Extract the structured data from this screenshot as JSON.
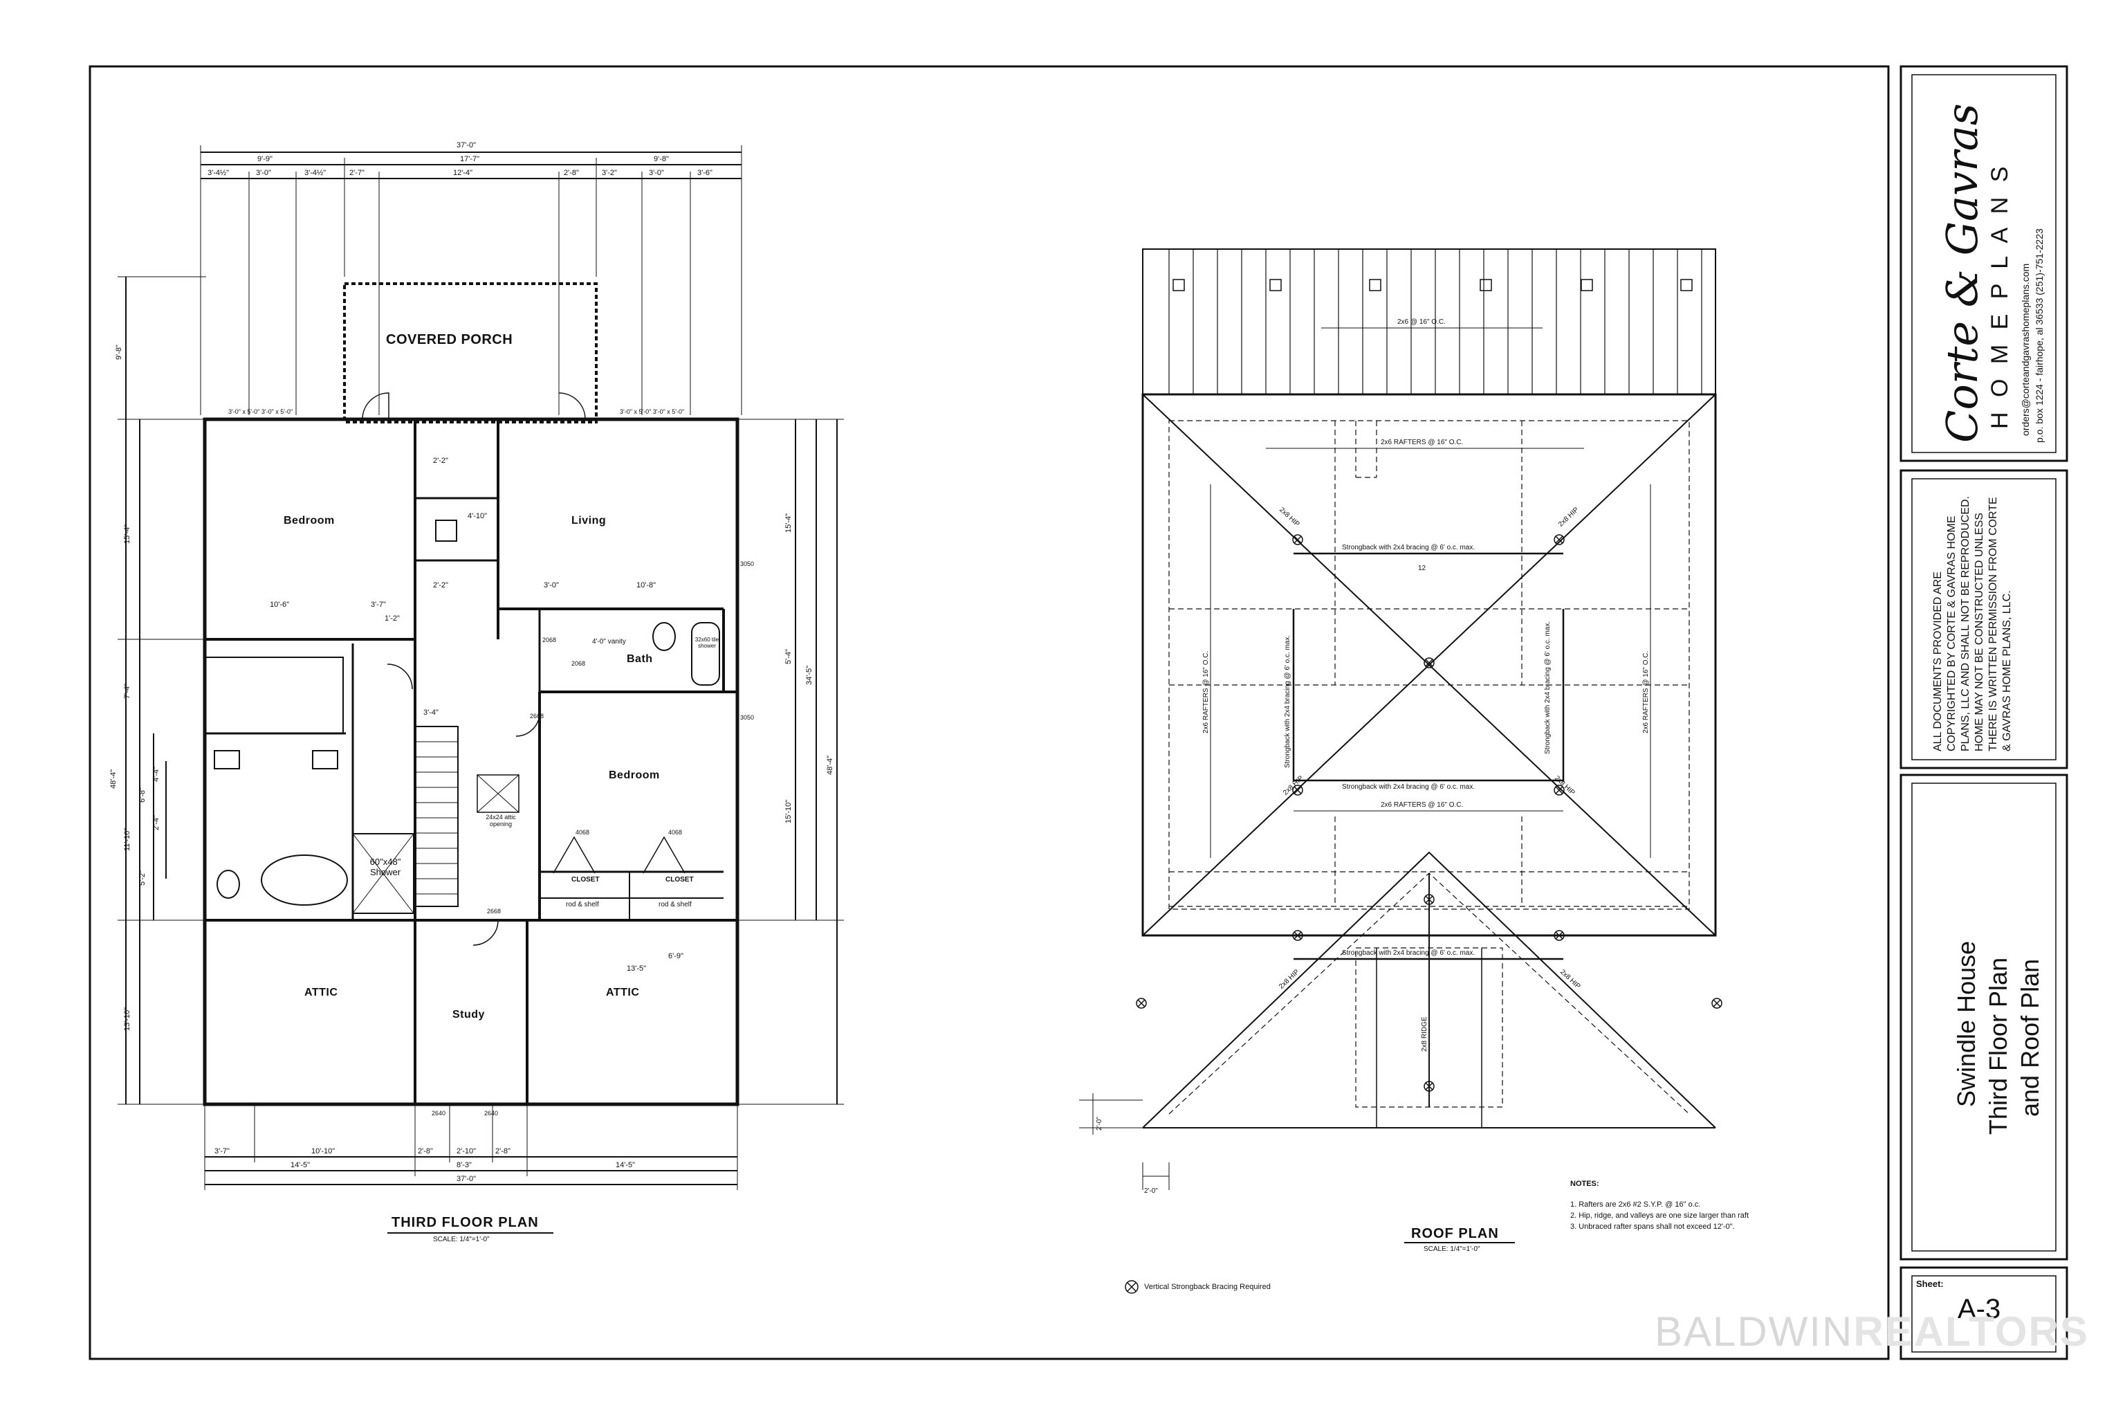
{
  "floor_plan": {
    "title": "THIRD FLOOR PLAN",
    "scale": "SCALE: 1/4\"=1'-0\"",
    "rooms": {
      "covered_porch": "COVERED PORCH",
      "bedroom_left": "Bedroom",
      "living": "Living",
      "bath": "Bath",
      "bedroom_right": "Bedroom",
      "attic_left": "ATTIC",
      "attic_right": "ATTIC",
      "study": "Study",
      "closet_1": "CLOSET",
      "closet_2": "CLOSET",
      "shower": "60\"x48\" Shower",
      "attic_opening": "24x24 attic opening",
      "rod_shelf_1": "rod & shelf",
      "rod_shelf_2": "rod & shelf",
      "vanity": "4'-0\" vanity",
      "tile_shower": "32x60 tile shower"
    },
    "dims_top": {
      "overall": "37'-0\"",
      "row2": [
        "9'-9\"",
        "17'-7\"",
        "9'-8\""
      ],
      "row3": [
        "3'-4½\"",
        "3'-0\"",
        "3'-4½\"",
        "2'-7\"",
        "12'-4\"",
        "2'-8\"",
        "3'-2\"",
        "3'-0\"",
        "3'-6\""
      ]
    },
    "dims_bottom": {
      "row1": [
        "3'-7\"",
        "10'-10\"",
        "2'-8\"",
        "2'-10\"",
        "2'-8\""
      ],
      "row2": [
        "14'-5\"",
        "8'-3\"",
        "14'-5\""
      ],
      "overall": "37'-0\""
    },
    "dims_left": [
      "9'-8\"",
      "15'-4\"",
      "7'-4\"",
      "48'-4\"",
      "11'-10\"",
      "13'-10\"",
      "6'-8\"",
      "4'-4\"",
      "2'-4\"",
      "5'-2\""
    ],
    "dims_right": [
      "15'-4\"",
      "34'-5\"",
      "48'-4\"",
      "5'-4\"",
      "15'-10\""
    ],
    "interior_dims": [
      "10'-6\"",
      "3'-7\"",
      "1'-2\"",
      "2'-2\"",
      "4'-10\"",
      "2'-2\"",
      "3'-0\"",
      "10'-8\"",
      "3'-4\"",
      "6'-9\"",
      "13'-5\""
    ],
    "door_tags": [
      "2068",
      "2068",
      "2668",
      "2668",
      "4068",
      "4068",
      "3050",
      "3050",
      "2640",
      "2640"
    ],
    "window_tags": [
      "3'-0\" x 5'-0\" 3'-0\" x 5'-0\"",
      "3'-0\" x 5'-0\" 3'-0\" x 5'-0\""
    ]
  },
  "roof_plan": {
    "title": "ROOF PLAN",
    "scale": "SCALE: 1/4\"=1'-0\"",
    "labels": {
      "porch_rafters": "2x6 @ 16\" O.C.",
      "rafters_top": "2x6 RAFTERS @ 16\" O.C.",
      "rafters_mid": "2x6 RAFTERS @ 16\" O.C.",
      "rafters_left": "2x6 RAFTERS @ 16\" O.C.",
      "rafters_right": "2x6 RAFTERS @ 16\" O.C.",
      "strongback_top": "Strongback with 2x4 bracing @ 6' o.c. max.",
      "strongback_mid": "Strongback with 2x4 bracing @ 6' o.c. max.",
      "strongback_bottom": "Strongback with 2x4 bracing @ 6' o.c. max.",
      "strongback_left": "Strongback with 2x4 bracing @ 6' o.c. max.",
      "strongback_right": "Strongback with 2x4 bracing @ 6' o.c. max.",
      "ridge": "2x8 RIDGE",
      "hip": "2x8 HIP",
      "pitch": "12",
      "overhang_v": "2'-0\"",
      "overhang_h": "2'-0\""
    },
    "legend": "Vertical Strongback Bracing Required",
    "notes_title": "NOTES:",
    "notes": [
      "1.   Rafters are 2x6 #2 S.Y.P. @ 16\" o.c.",
      "2.   Hip, ridge, and valleys are one size larger than raft",
      "3.   Unbraced rafter spans shall not exceed 12'-0\"."
    ]
  },
  "title_block": {
    "logo_script": "Corte & Gavras",
    "company": "H O M E   P L A N S",
    "contact_email": "orders@corteandgavrashomeplans.com",
    "contact_address": "p.o. box 1224 - fairhope, al 36533 (251)-751-2223",
    "copyright": "ALL DOCUMENTS PROVIDED ARE COPYRIGHTED BY CORTE & GAVRAS HOME PLANS, LLC AND SHALL NOT BE REPRODUCED. HOME MAY NOT BE CONSTRUCTED UNLESS THERE IS WRITTEN PERMISSION FROM CORTE & GAVRAS HOME PLANS, LLC.",
    "project_line1": "Swindle House",
    "project_line2": "Third Floor Plan",
    "project_line3": "and Roof Plan",
    "sheet_label": "Sheet:",
    "sheet_number": "A-3"
  },
  "watermark": {
    "left": "BALDWIN",
    "right": "REALTORS"
  }
}
